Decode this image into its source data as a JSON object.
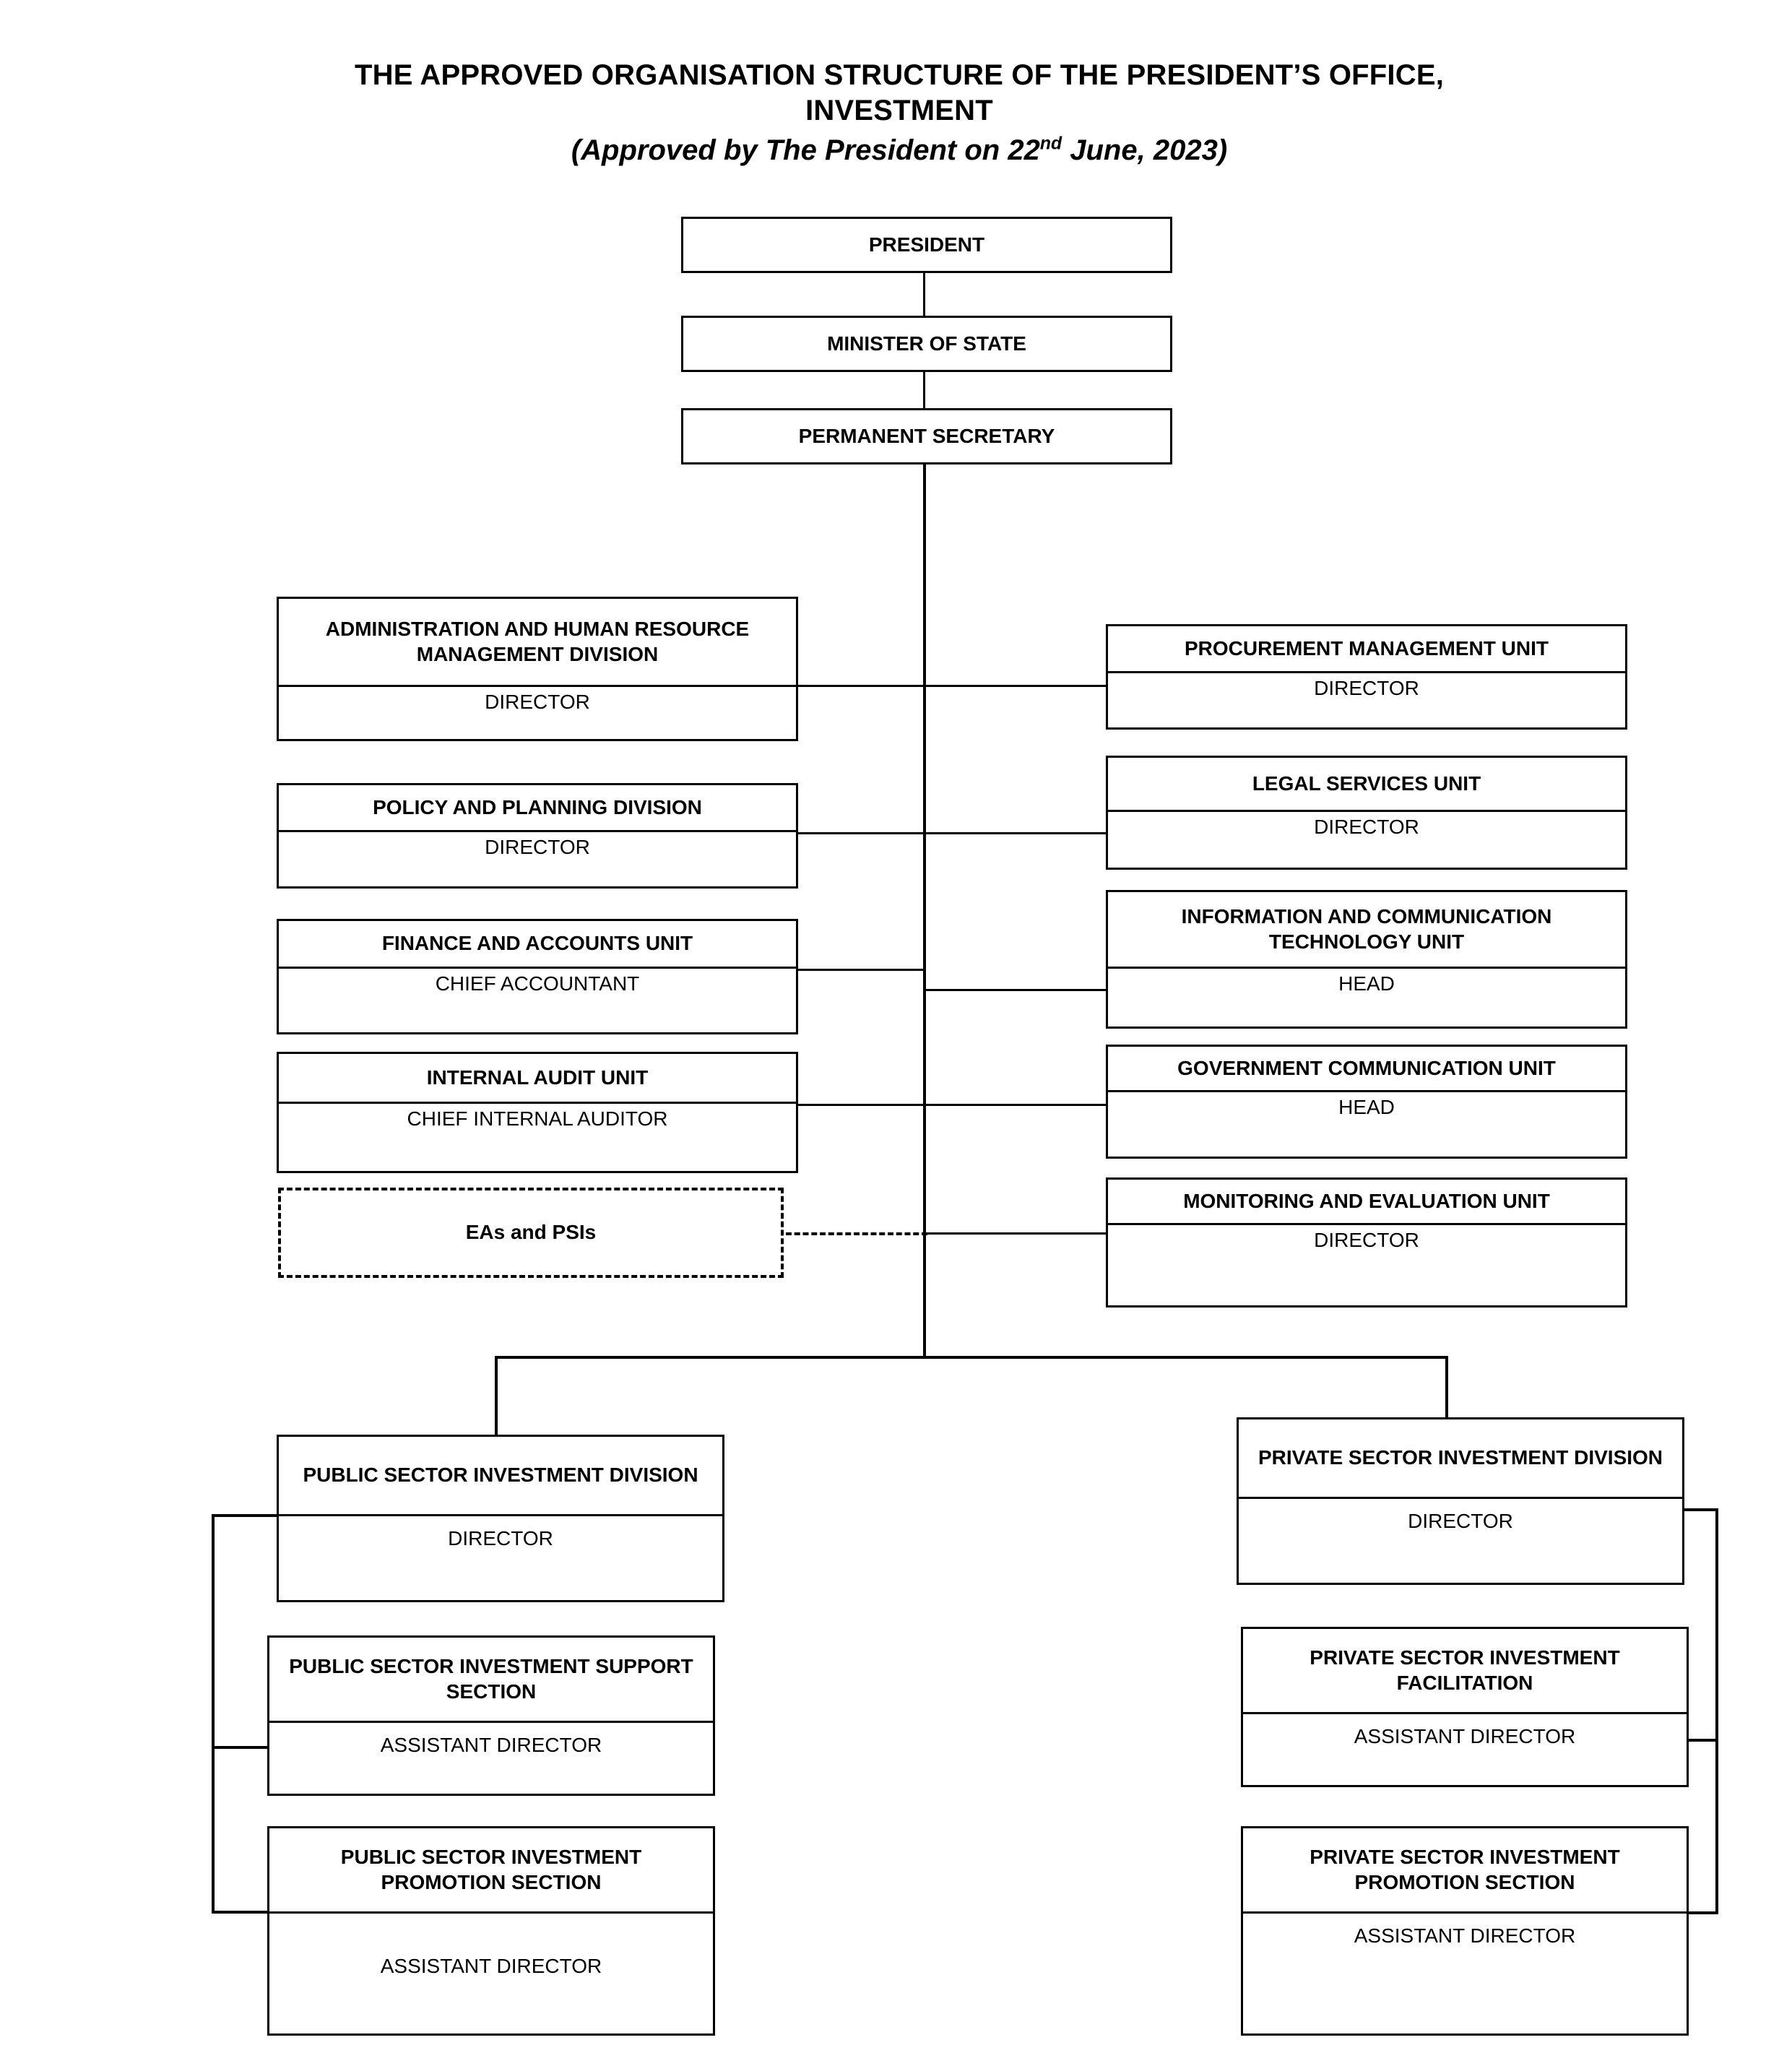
{
  "title": {
    "line1": "THE APPROVED ORGANISATION STRUCTURE OF THE PRESIDENT’S OFFICE,",
    "line2": "INVESTMENT",
    "approved_prefix": "(Approved by The President on 22",
    "approved_sup": "nd",
    "approved_suffix": " June, 2023)"
  },
  "top_chain": [
    {
      "label": "PRESIDENT"
    },
    {
      "label": "MINISTER OF STATE"
    },
    {
      "label": "PERMANENT SECRETARY"
    }
  ],
  "left_units": [
    {
      "name": "ADMINISTRATION AND HUMAN RESOURCE MANAGEMENT DIVISION",
      "role": "DIRECTOR"
    },
    {
      "name": "POLICY AND PLANNING DIVISION",
      "role": "DIRECTOR"
    },
    {
      "name": "FINANCE AND ACCOUNTS UNIT",
      "role": "CHIEF ACCOUNTANT"
    },
    {
      "name": "INTERNAL AUDIT UNIT",
      "role": "CHIEF INTERNAL AUDITOR"
    }
  ],
  "dashed_unit": {
    "name": "EAs and PSIs"
  },
  "right_units": [
    {
      "name": "PROCUREMENT MANAGEMENT UNIT",
      "role": "DIRECTOR"
    },
    {
      "name": "LEGAL SERVICES UNIT",
      "role": "DIRECTOR"
    },
    {
      "name": "INFORMATION AND COMMUNICATION TECHNOLOGY UNIT",
      "role": "HEAD"
    },
    {
      "name": "GOVERNMENT COMMUNICATION UNIT",
      "role": "HEAD"
    },
    {
      "name": "MONITORING AND EVALUATION UNIT",
      "role": "DIRECTOR"
    }
  ],
  "public_branch": [
    {
      "name": "PUBLIC SECTOR INVESTMENT DIVISION",
      "role": "DIRECTOR"
    },
    {
      "name": "PUBLIC SECTOR INVESTMENT SUPPORT SECTION",
      "role": "ASSISTANT DIRECTOR"
    },
    {
      "name": "PUBLIC SECTOR INVESTMENT PROMOTION SECTION",
      "role": "ASSISTANT DIRECTOR"
    }
  ],
  "private_branch": [
    {
      "name": "PRIVATE SECTOR INVESTMENT DIVISION",
      "role": "DIRECTOR"
    },
    {
      "name": "PRIVATE SECTOR INVESTMENT FACILITATION",
      "role": "ASSISTANT DIRECTOR"
    },
    {
      "name": "PRIVATE SECTOR INVESTMENT PROMOTION SECTION",
      "role": "ASSISTANT DIRECTOR"
    }
  ],
  "colors": {
    "line": "#000000",
    "background": "#ffffff",
    "text": "#000000"
  }
}
